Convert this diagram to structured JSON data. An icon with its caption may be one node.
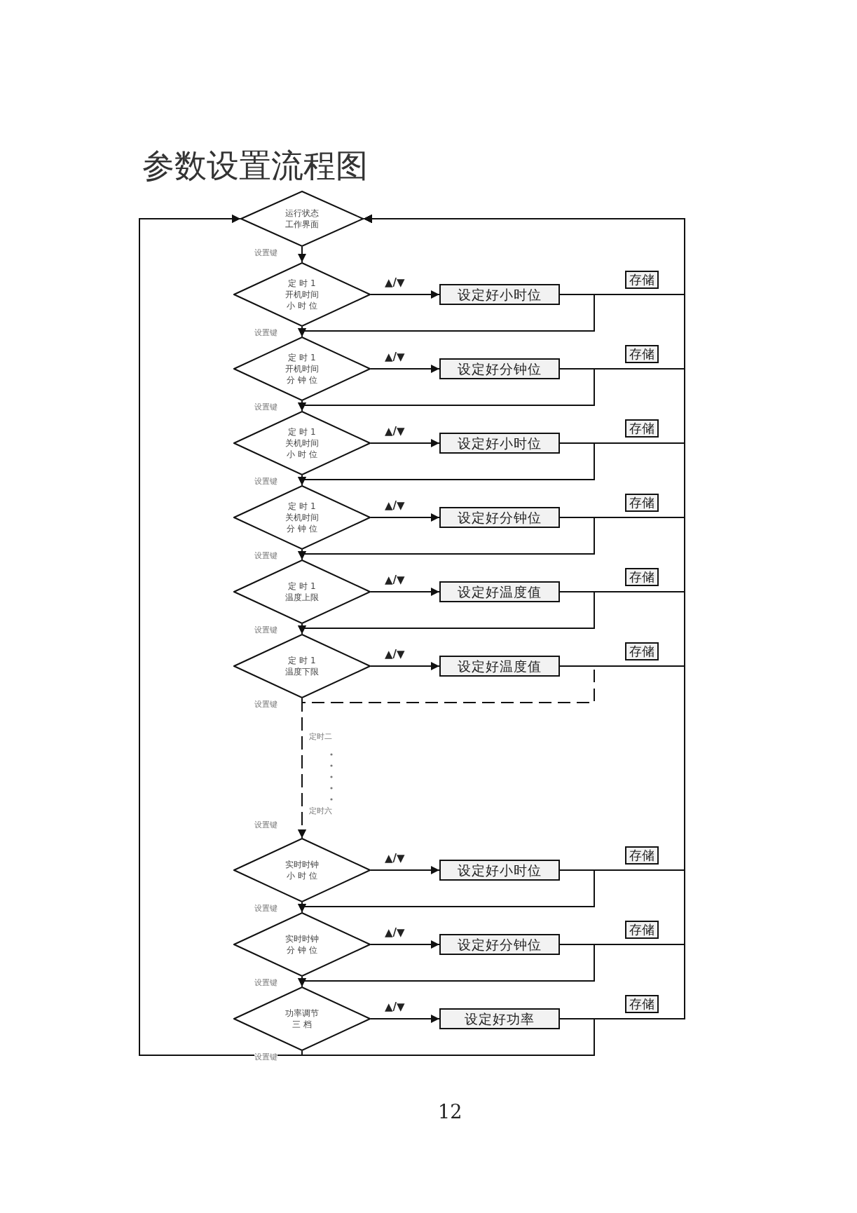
{
  "diagram": {
    "title": "参数设置流程图",
    "nodes": [
      {
        "text": [
          "运行状态",
          "工作界面"
        ]
      },
      {
        "text": [
          "定 时 1",
          "开机时间",
          "小 时 位"
        ]
      },
      {
        "text": [
          "设定好小时位"
        ]
      },
      {
        "text": [
          "定 时 1",
          "开机时间",
          "分 钟 位"
        ]
      },
      {
        "text": [
          "设定好分钟位"
        ]
      },
      {
        "text": [
          "定 时 1",
          "关机时间",
          "小 时 位"
        ]
      },
      {
        "text": [
          "设定好小时位"
        ]
      },
      {
        "text": [
          "定 时 1",
          "关机时间",
          "分 钟 位"
        ]
      },
      {
        "text": [
          "设定好分钟位"
        ]
      },
      {
        "text": [
          "定 时 1",
          "温度上限"
        ]
      },
      {
        "text": [
          "设定好温度值"
        ]
      },
      {
        "text": [
          "定 时 1",
          "温度下限"
        ]
      },
      {
        "text": [
          "设定好温度值"
        ]
      },
      {
        "text": [
          "实时时钟",
          "小 时 位"
        ]
      },
      {
        "text": [
          "设定好小时位"
        ]
      },
      {
        "text": [
          "实时时钟",
          "分 钟 位"
        ]
      },
      {
        "text": [
          "设定好分钟位"
        ]
      },
      {
        "text": [
          "功率调节",
          "三 档"
        ]
      },
      {
        "text": [
          "设定好功率"
        ]
      }
    ],
    "edges": [
      {
        "from": 0,
        "to": 1,
        "arrow": "to",
        "label": "设置键"
      },
      {
        "from": 1,
        "to": 2,
        "arrow": "to",
        "label": "▲/▼"
      },
      {
        "from": 2,
        "to": 0,
        "arrow": "to",
        "label": "存储"
      },
      {
        "from": 1,
        "to": 3,
        "arrow": "to",
        "label": "设置键"
      },
      {
        "from": 2,
        "to": 3,
        "arrow": "to"
      },
      {
        "from": 3,
        "to": 4,
        "arrow": "to",
        "label": "▲/▼"
      },
      {
        "from": 4,
        "to": 0,
        "arrow": "to",
        "label": "存储"
      },
      {
        "from": 3,
        "to": 5,
        "arrow": "to",
        "label": "设置键"
      },
      {
        "from": 4,
        "to": 5,
        "arrow": "to"
      },
      {
        "from": 5,
        "to": 6,
        "arrow": "to",
        "label": "▲/▼"
      },
      {
        "from": 6,
        "to": 0,
        "arrow": "to",
        "label": "存储"
      },
      {
        "from": 5,
        "to": 7,
        "arrow": "to",
        "label": "设置键"
      },
      {
        "from": 6,
        "to": 7,
        "arrow": "to"
      },
      {
        "from": 7,
        "to": 8,
        "arrow": "to",
        "label": "▲/▼"
      },
      {
        "from": 8,
        "to": 0,
        "arrow": "to",
        "label": "存储"
      },
      {
        "from": 7,
        "to": 9,
        "arrow": "to",
        "label": "设置键"
      },
      {
        "from": 8,
        "to": 9,
        "arrow": "to"
      },
      {
        "from": 9,
        "to": 10,
        "arrow": "to",
        "label": "▲/▼"
      },
      {
        "from": 10,
        "to": 0,
        "arrow": "to",
        "label": "存储"
      },
      {
        "from": 9,
        "to": 11,
        "arrow": "to",
        "label": "设置键"
      },
      {
        "from": 10,
        "to": 11,
        "arrow": "to"
      },
      {
        "from": 11,
        "to": 12,
        "arrow": "to",
        "label": "▲/▼"
      },
      {
        "from": 12,
        "to": 0,
        "arrow": "to",
        "label": "存储"
      },
      {
        "from": 11,
        "to": 13,
        "arrow": "to",
        "label": "设置键",
        "style": "dashed"
      },
      {
        "from": 12,
        "to": 13,
        "arrow": "to",
        "style": "dashed"
      },
      {
        "from": 13,
        "to": 14,
        "arrow": "to",
        "label": "▲/▼"
      },
      {
        "from": 14,
        "to": 0,
        "arrow": "to",
        "label": "存储"
      },
      {
        "from": 13,
        "to": 15,
        "arrow": "to",
        "label": "设置键"
      },
      {
        "from": 14,
        "to": 15,
        "arrow": "to"
      },
      {
        "from": 15,
        "to": 16,
        "arrow": "to",
        "label": "▲/▼"
      },
      {
        "from": 16,
        "to": 0,
        "arrow": "to",
        "label": "存储"
      },
      {
        "from": 15,
        "to": 17,
        "arrow": "to",
        "label": "设置键"
      },
      {
        "from": 16,
        "to": 17,
        "arrow": "to"
      },
      {
        "from": 17,
        "to": 18,
        "arrow": "to",
        "label": "▲/▼"
      },
      {
        "from": 18,
        "to": 0,
        "arrow": "to",
        "label": "存储"
      },
      {
        "from": 17,
        "to": 0,
        "arrow": "to",
        "label": "设置键"
      },
      {
        "from": 18,
        "to": 0,
        "arrow": "to"
      }
    ],
    "labels": [
      "定时二",
      "定时六",
      "设置键",
      "12"
    ]
  }
}
